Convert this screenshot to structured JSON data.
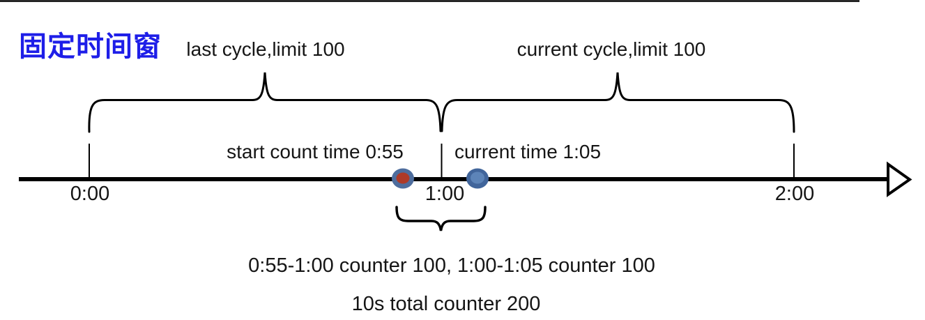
{
  "title": {
    "text": "固定时间窗",
    "color": "#1e1ee8"
  },
  "timeline": {
    "ticks": [
      {
        "label": "0:00"
      },
      {
        "label": "1:00"
      },
      {
        "label": "2:00"
      }
    ],
    "cycles": [
      {
        "label": "last cycle,limit 100",
        "range": "0:00-1:00",
        "limit": 100
      },
      {
        "label": "current cycle,limit 100",
        "range": "1:00-2:00",
        "limit": 100
      }
    ],
    "markers": [
      {
        "label": "start count time 0:55",
        "time": "0:55"
      },
      {
        "label": "current time 1:05",
        "time": "1:05"
      }
    ]
  },
  "annotation": {
    "window_range": "0:55-1:05",
    "line1": "0:55-1:00 counter 100, 1:00-1:05 counter 100",
    "line2": "10s total counter 200"
  },
  "colors": {
    "title_blue": "#1e1ee8",
    "line_black": "#000000",
    "marker_ring": "#4e6d9d",
    "marker_start_center": "#ae3a28",
    "marker_current_ring": "#41659b",
    "marker_current_center": "#5d84b8",
    "arrowhead_fill": "#ffffff"
  }
}
